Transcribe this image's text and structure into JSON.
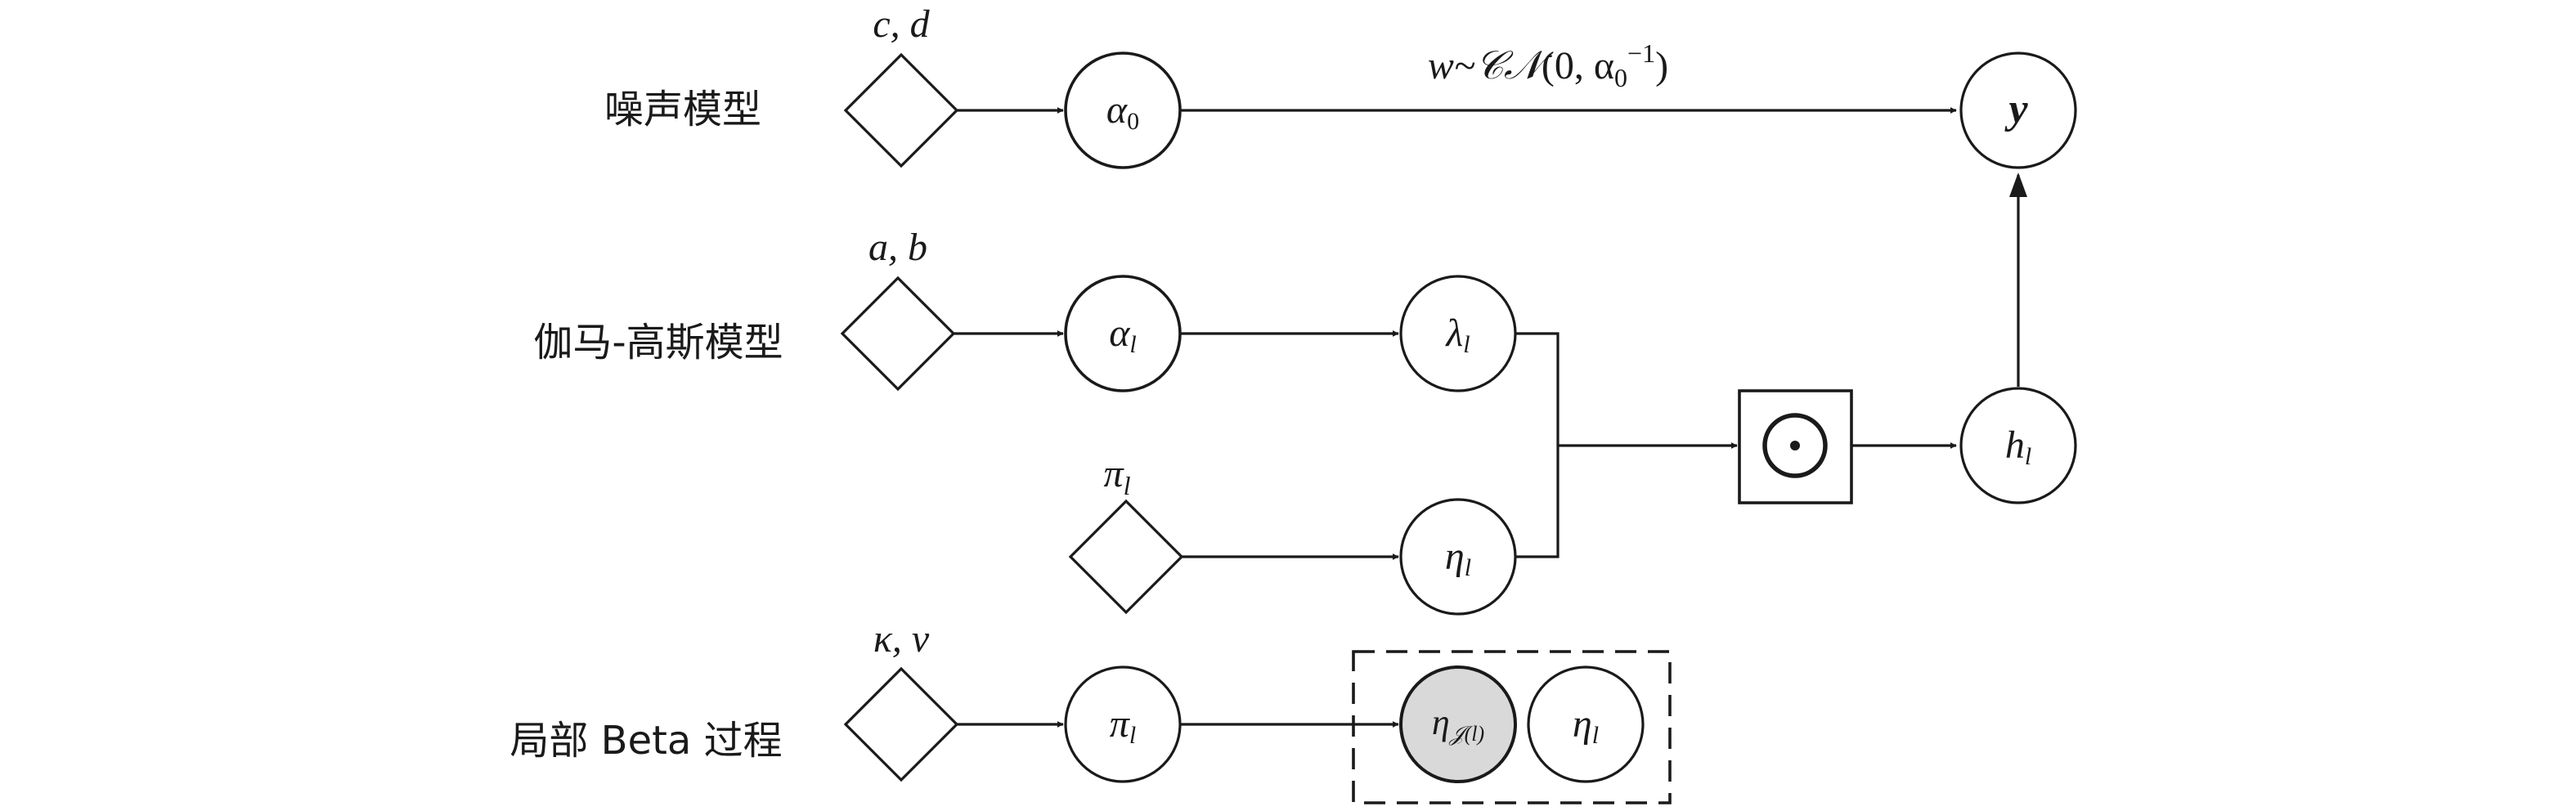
{
  "rows": {
    "noise": "噪声模型",
    "gamma_gauss": "伽马-高斯模型",
    "beta_process": "局部 Beta 过程"
  },
  "hyperparams": {
    "cd": "c, d",
    "ab": "a, b",
    "pi_hyper": "π",
    "kv": "κ, v"
  },
  "nodes": {
    "alpha0": "α",
    "alphal": "α",
    "lambdal": "λ",
    "etal": "η",
    "pil": "π",
    "eta_J": "η",
    "eta_l": "η",
    "hl": "h",
    "y": "y",
    "product": "⊙"
  },
  "subscripts": {
    "zero": "0",
    "l": "l",
    "Jl": "𝒥(l)"
  },
  "edge_label": {
    "prefix": "w~",
    "dist": "𝒞𝒩",
    "args_open": "(0, α",
    "sub": "0",
    "sup": "−1",
    "close": ")"
  },
  "colors": {
    "stroke": "#1a1a1a",
    "shaded": "#d9d9d9"
  }
}
